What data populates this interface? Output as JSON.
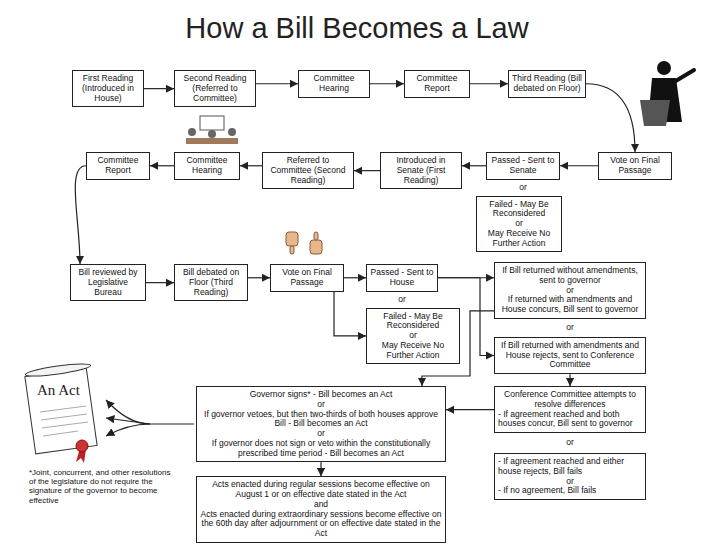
{
  "diagram": {
    "title": "How a Bill Becomes a Law",
    "nodes": [
      {
        "text": [
          "First Reading (Introduced in House)"
        ]
      },
      {
        "text": [
          "Second Reading (Referred to Committee)"
        ]
      },
      {
        "text": [
          "Committee Hearing"
        ]
      },
      {
        "text": [
          "Committee Report"
        ]
      },
      {
        "text": [
          "Third Reading (Bill debated on Floor)"
        ]
      },
      {
        "text": [
          "Committee Report"
        ]
      },
      {
        "text": [
          "Committee Hearing"
        ]
      },
      {
        "text": [
          "Referred to Committee (Second Reading)"
        ]
      },
      {
        "text": [
          "Introduced in Senate (First Reading)"
        ]
      },
      {
        "text": [
          "Passed - Sent to Senate"
        ]
      },
      {
        "text": [
          "Vote on Final Passage"
        ]
      },
      {
        "text": [
          "Failed - May Be Reconsidered",
          "or",
          "May Receive No Further Action"
        ]
      },
      {
        "text": [
          "Bill reviewed by Legislative Bureau"
        ]
      },
      {
        "text": [
          "Bill debated on Floor (Third Reading)"
        ]
      },
      {
        "text": [
          "Vote on Final Passage"
        ]
      },
      {
        "text": [
          "Passed - Sent to House"
        ]
      },
      {
        "text": [
          "Failed - May Be Reconsidered",
          "or",
          "May Receive No Further Action"
        ]
      },
      {
        "text": [
          "If Bill returned without amendments, sent to governor",
          "or",
          "If returned with amendments and House concurs, Bill sent to governor"
        ]
      },
      {
        "text": [
          "If Bill returned with amendments and House rejects, sent to Conference Committee"
        ]
      },
      {
        "text": [
          "Conference Committee attempts to resolve differences",
          "- If agreement reached and both houses concur, Bill sent to governor"
        ]
      },
      {
        "text": [
          "- If agreement reached and either house rejects, Bill fails",
          "or",
          "- If no agreement, Bill fails"
        ]
      },
      {
        "text": [
          "Governor signs* - Bill becomes an Act",
          "or",
          "If governor vetoes, but then two-thirds of both houses approve Bill - Bill becomes an Act",
          "or",
          "If governor does not sign or veto within the constitutionally prescribed time period - Bill becomes an Act"
        ]
      },
      {
        "text": [
          "Acts enacted during regular sessions become effective on August 1 or on effective date stated in the Act",
          "and",
          "Acts enacted during extraordinary sessions become effective on the 60th day after adjournment or on effective date stated in the Act"
        ]
      }
    ],
    "edges": [
      {
        "from": 0,
        "to": 1,
        "arrow": "to"
      },
      {
        "from": 1,
        "to": 2,
        "arrow": "to"
      },
      {
        "from": 2,
        "to": 3,
        "arrow": "to"
      },
      {
        "from": 3,
        "to": 4,
        "arrow": "to"
      },
      {
        "from": 4,
        "to": 10,
        "arrow": "to"
      },
      {
        "from": 10,
        "to": 9,
        "arrow": "to"
      },
      {
        "from": 9,
        "to": 8,
        "arrow": "to"
      },
      {
        "from": 8,
        "to": 7,
        "arrow": "to"
      },
      {
        "from": 7,
        "to": 6,
        "arrow": "to"
      },
      {
        "from": 6,
        "to": 5,
        "arrow": "to"
      },
      {
        "from": 5,
        "to": 12,
        "arrow": "to"
      },
      {
        "from": 12,
        "to": 13,
        "arrow": "to"
      },
      {
        "from": 13,
        "to": 14,
        "arrow": "to"
      },
      {
        "from": 14,
        "to": 15,
        "arrow": "to"
      },
      {
        "from": 14,
        "to": 16,
        "arrow": "to"
      },
      {
        "from": 15,
        "to": 17,
        "arrow": "to"
      },
      {
        "from": 15,
        "to": 18,
        "arrow": "to"
      },
      {
        "from": 17,
        "to": 21,
        "arrow": "to"
      },
      {
        "from": 18,
        "to": 19,
        "arrow": "to"
      },
      {
        "from": 19,
        "to": 21,
        "arrow": "to"
      },
      {
        "from": 21,
        "to": 22,
        "arrow": "to"
      }
    ],
    "labels": [
      "or",
      "or",
      "or",
      "or",
      "An Act",
      "*Joint, concurrent, and other resolutions of the legislature do not require the signature of the governor to become effective"
    ]
  }
}
